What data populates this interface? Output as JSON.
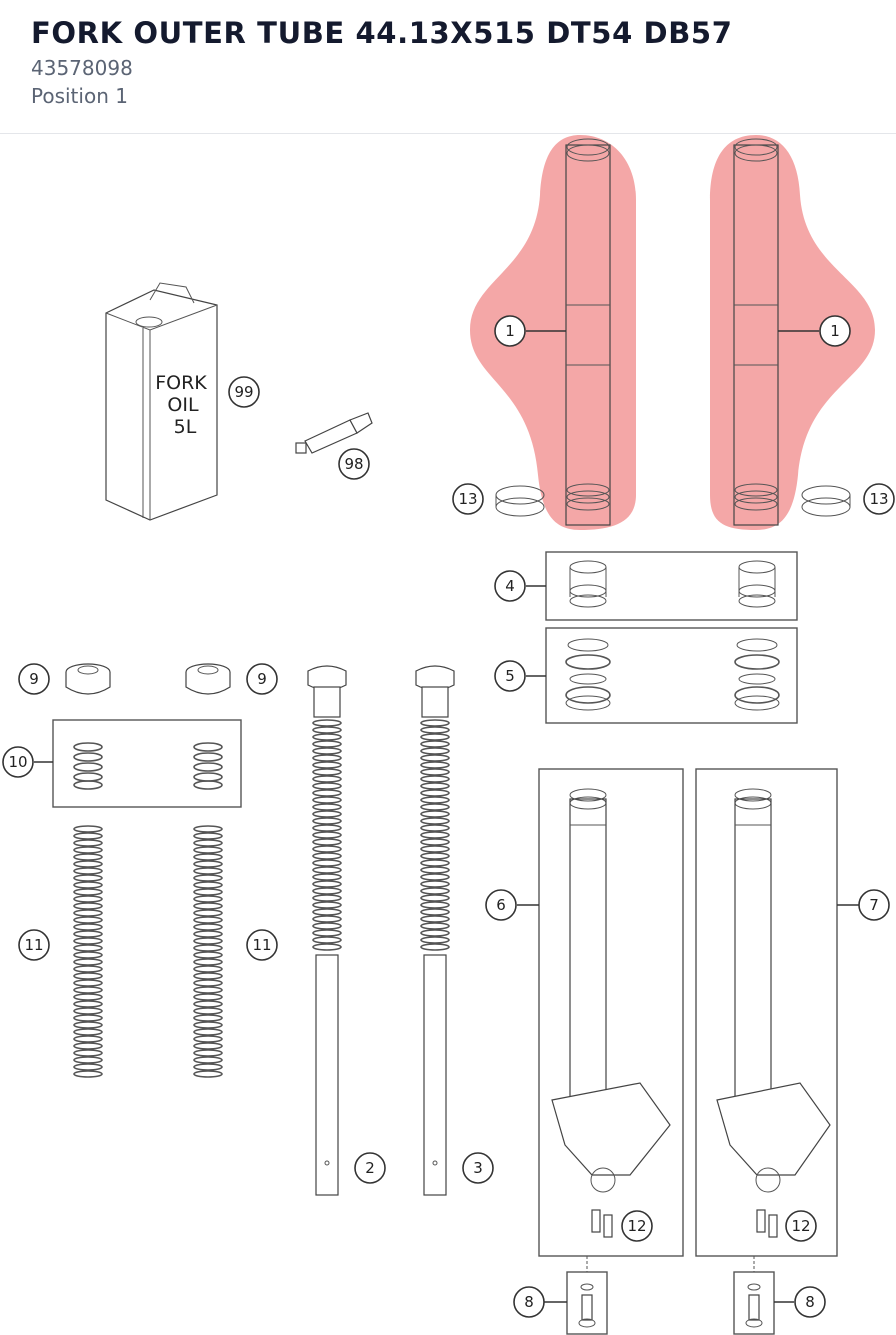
{
  "header": {
    "title": "FORK OUTER TUBE 44.13X515 DT54 DB57",
    "part_number": "43578098",
    "position": "Position 1"
  },
  "diagram": {
    "highlight_color": "#f08585",
    "oil_can_label": [
      "FORK",
      "OIL",
      "5L"
    ],
    "callouts": {
      "c1a": "1",
      "c1b": "1",
      "c2": "2",
      "c3": "3",
      "c4": "4",
      "c5": "5",
      "c6": "6",
      "c7": "7",
      "c8a": "8",
      "c8b": "8",
      "c9a": "9",
      "c9b": "9",
      "c10": "10",
      "c11a": "11",
      "c11b": "11",
      "c12a": "12",
      "c12b": "12",
      "c13a": "13",
      "c13b": "13",
      "c98": "98",
      "c99": "99"
    }
  }
}
